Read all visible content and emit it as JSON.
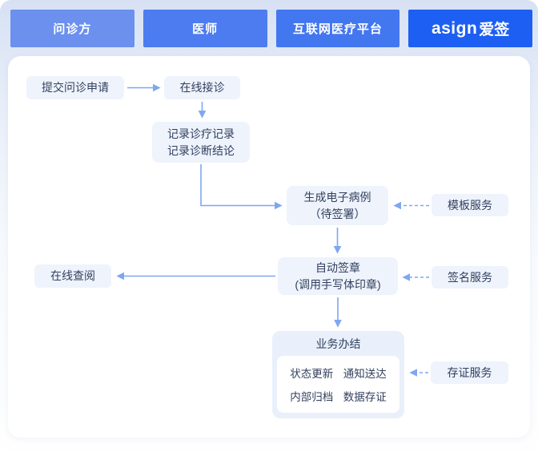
{
  "header": {
    "tabs": [
      {
        "label": "问诊方"
      },
      {
        "label": "医师"
      },
      {
        "label": "互联网医疗平台"
      }
    ],
    "brand": {
      "latin": "asign",
      "cjk": "爱签"
    }
  },
  "flow": {
    "nodes": {
      "submit": {
        "label": "提交问诊申请"
      },
      "receive": {
        "label": "在线接诊"
      },
      "record": {
        "line1": "记录诊疗记录",
        "line2": "记录诊断结论"
      },
      "generate": {
        "line1": "生成电子病例",
        "line2": "（待签署）"
      },
      "autosign": {
        "line1": "自动签章",
        "line2": "(调用手写体印章)"
      },
      "review": {
        "label": "在线查阅"
      },
      "complete": {
        "title": "业务办结",
        "items": [
          "状态更新",
          "通知送达",
          "内部归档",
          "数据存证"
        ]
      }
    },
    "services": {
      "template": {
        "label": "模板服务"
      },
      "signature": {
        "label": "签名服务"
      },
      "storage": {
        "label": "存证服务"
      }
    },
    "edges": [
      {
        "from": "submit",
        "to": "receive",
        "style": "solid"
      },
      {
        "from": "receive",
        "to": "record",
        "style": "solid"
      },
      {
        "from": "record",
        "to": "generate",
        "style": "solid"
      },
      {
        "from": "generate",
        "to": "autosign",
        "style": "solid"
      },
      {
        "from": "autosign",
        "to": "review",
        "style": "solid"
      },
      {
        "from": "autosign",
        "to": "complete",
        "style": "solid"
      },
      {
        "from": "template",
        "to": "generate",
        "style": "dashed"
      },
      {
        "from": "signature",
        "to": "autosign",
        "style": "dashed"
      },
      {
        "from": "storage",
        "to": "complete",
        "style": "dashed"
      }
    ]
  },
  "colors": {
    "tab1": "#6B90EE",
    "tab2": "#4C7CEF",
    "tab3": "#4377F0",
    "brand_tab": "#1D5FF2",
    "node_bg": "#EEF3FC",
    "node_text": "#32405E",
    "arrow": "#7FA7F0",
    "header_bg_top": "#D7E1F4",
    "panel_bg": "#FFFFFF"
  }
}
